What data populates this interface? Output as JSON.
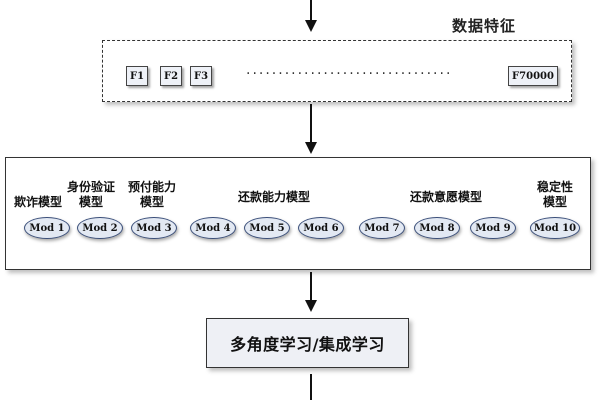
{
  "feature_section": {
    "title": "数据特征",
    "features": [
      "F1",
      "F2",
      "F3",
      "F70000"
    ],
    "ellipsis": "································"
  },
  "model_section": {
    "groups": [
      {
        "label": "欺诈模型"
      },
      {
        "label": "身份验证\n模型"
      },
      {
        "label": "预付能力\n模型"
      },
      {
        "label": "还款能力模型"
      },
      {
        "label": "还款意愿模型"
      },
      {
        "label": "稳定性\n模型"
      }
    ],
    "models": [
      "Mod 1",
      "Mod 2",
      "Mod 3",
      "Mod 4",
      "Mod 5",
      "Mod 6",
      "Mod 7",
      "Mod 8",
      "Mod 9",
      "Mod 10"
    ]
  },
  "learning": {
    "label": "多角度学习/集成学习"
  },
  "colors": {
    "chip_fill": "#eef1f7",
    "mod_fill": "#e3e9f3",
    "mod_border": "#3b4f7a",
    "learn_fill": "#eef0f5"
  }
}
